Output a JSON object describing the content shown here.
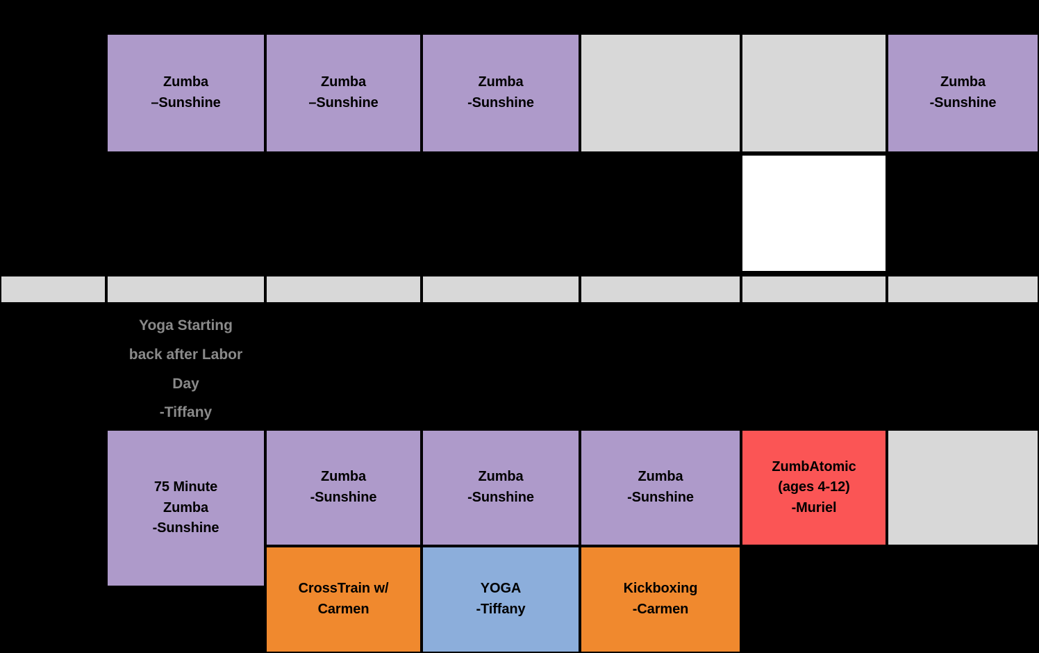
{
  "schedule": {
    "palette": {
      "purple": "#AE9ACA",
      "gray": "#D8D8D8",
      "white": "#FFFFFF",
      "red": "#FB5555",
      "orange": "#F0892E",
      "blue": "#8CAEDB",
      "background": "#000000",
      "note_text": "#8A8A8A",
      "cell_text": "#000000"
    },
    "row_morning": [
      {
        "name": "morning-col1",
        "color": "purple",
        "lines": [
          "Zumba",
          "–Sunshine"
        ]
      },
      {
        "name": "morning-col2",
        "color": "purple",
        "lines": [
          "Zumba",
          "–Sunshine"
        ]
      },
      {
        "name": "morning-col3",
        "color": "purple",
        "lines": [
          "Zumba",
          "-Sunshine"
        ]
      },
      {
        "name": "morning-col4",
        "color": "gray",
        "lines": []
      },
      {
        "name": "morning-col5",
        "color": "gray",
        "lines": []
      },
      {
        "name": "morning-col6",
        "color": "purple",
        "lines": [
          "Zumba",
          "-Sunshine"
        ]
      }
    ],
    "midday": {
      "name": "midday-empty-white",
      "color": "white",
      "lines": []
    },
    "row_divider": [
      {
        "name": "divider-col0",
        "color": "gray",
        "lines": []
      },
      {
        "name": "divider-col1",
        "color": "gray",
        "lines": []
      },
      {
        "name": "divider-col2",
        "color": "gray",
        "lines": []
      },
      {
        "name": "divider-col3",
        "color": "gray",
        "lines": []
      },
      {
        "name": "divider-col4",
        "color": "gray",
        "lines": []
      },
      {
        "name": "divider-col5",
        "color": "gray",
        "lines": []
      },
      {
        "name": "divider-col6",
        "color": "gray",
        "lines": []
      }
    ],
    "note": {
      "name": "yoga-note",
      "lines": [
        "Yoga Starting",
        "back after Labor",
        "Day",
        "-Tiffany"
      ]
    },
    "row_evening": [
      {
        "name": "evening-col1",
        "color": "purple",
        "lines": [
          "75 Minute",
          "Zumba",
          "-Sunshine"
        ]
      },
      {
        "name": "evening-col2",
        "color": "purple",
        "lines": [
          "Zumba",
          "-Sunshine"
        ]
      },
      {
        "name": "evening-col3",
        "color": "purple",
        "lines": [
          "Zumba",
          "-Sunshine"
        ]
      },
      {
        "name": "evening-col4",
        "color": "purple",
        "lines": [
          "Zumba",
          "-Sunshine"
        ]
      },
      {
        "name": "evening-col5",
        "color": "red",
        "lines": [
          "ZumbAtomic",
          "(ages 4-12)",
          "-Muriel"
        ]
      },
      {
        "name": "evening-col6",
        "color": "gray",
        "lines": []
      }
    ],
    "row_late": [
      {
        "name": "late-col2",
        "color": "orange",
        "lines": [
          "CrossTrain w/",
          "Carmen"
        ]
      },
      {
        "name": "late-col3",
        "color": "blue",
        "lines": [
          "YOGA",
          "-Tiffany"
        ]
      },
      {
        "name": "late-col4",
        "color": "orange",
        "lines": [
          "Kickboxing",
          "-Carmen"
        ]
      }
    ]
  }
}
